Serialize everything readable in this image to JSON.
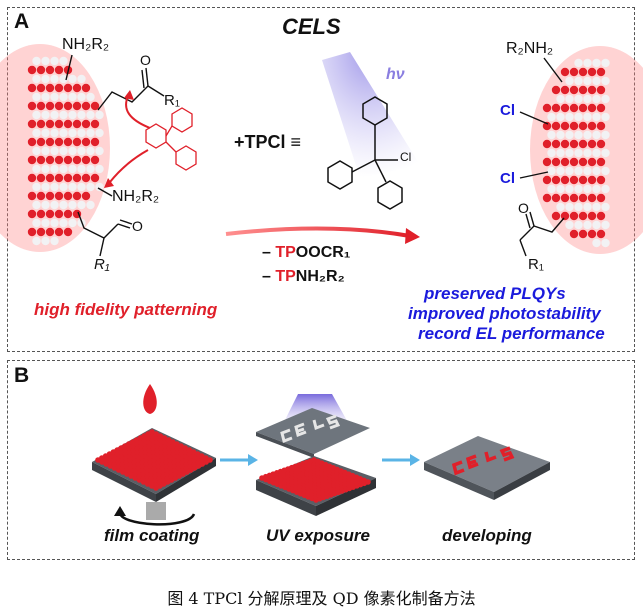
{
  "panel_a": {
    "label": "A",
    "title": "CELS",
    "hv": "hν",
    "tpcl_label": "+TPCl ≡",
    "cl_atom": "Cl",
    "ligand_amine_top": "NH₂R₂",
    "ligand_ester_r": "R₁",
    "ligand_o": "O",
    "ligand_amine_mid": "NH₂R₂",
    "ligand_ester_bottom_r": "R₁",
    "byproduct_1_prefix": "– ",
    "byproduct_1_tp": "TP",
    "byproduct_1_rest": "OOCR₁",
    "byproduct_2_prefix": "– ",
    "byproduct_2_tp": "TP",
    "byproduct_2_rest": "NH₂R₂",
    "left_caption": "high fidelity patterning",
    "right_amine": "R₂NH₂",
    "right_cl_1": "Cl",
    "right_cl_2": "Cl",
    "right_r": "R₁",
    "right_o": "O",
    "right_captions": [
      "preserved PLQYs",
      "improved photostability",
      "record EL performance"
    ]
  },
  "panel_b": {
    "label": "B",
    "steps": [
      "film coating",
      "UV exposure",
      "developing"
    ],
    "mask_text": "CELS",
    "pattern_text": "CELS"
  },
  "caption": "图 4 TPCl 分解原理及 QD 像素化制备方法",
  "colors": {
    "red": "#e0202a",
    "blue": "#1a1adc",
    "cyan_arrow": "#5ab4e6",
    "uv": "#8a7ee0"
  }
}
